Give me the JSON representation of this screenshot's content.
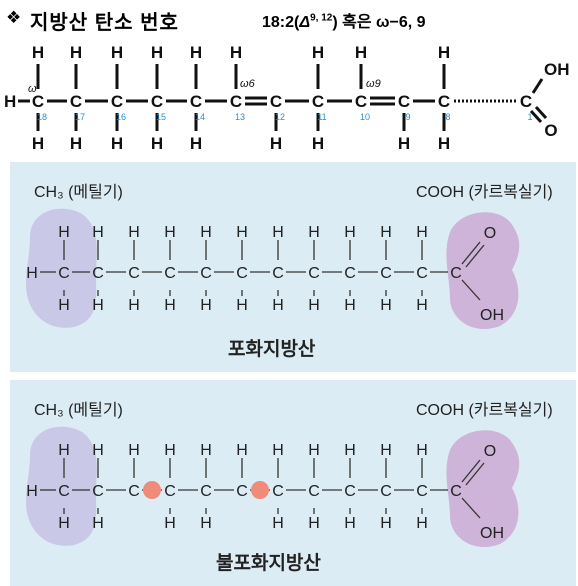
{
  "header": {
    "diamond": "❖",
    "title": "지방산 탄소 번호",
    "formula_prefix": "18:2(",
    "delta": "Δ",
    "delta_sup": "9, 12",
    "formula_suffix": ") 혹은  ω−6, 9"
  },
  "top_chain": {
    "omega_labels": [
      "ω",
      "ω6",
      "ω9"
    ],
    "numbers": [
      "18",
      "17",
      "16",
      "15",
      "14",
      "13",
      "12",
      "11",
      "10",
      "9",
      "8",
      "1"
    ],
    "atoms": {
      "C": "C",
      "H": "H",
      "O": "O",
      "OH": "OH"
    }
  },
  "saturated": {
    "left_caption": "CH₃ (메틸기)",
    "right_caption": "COOH (카르복실기)",
    "name": "포화지방산"
  },
  "unsaturated": {
    "left_caption": "CH₃ (메틸기)",
    "right_caption": "COOH (카르복실기)",
    "name": "불포화지방산"
  },
  "colors": {
    "methyl_blob": "#c9c8e6",
    "carboxyl_blob": "#cdb4d8",
    "double_bond_dot": "#f08a7a",
    "panel_bg": "#dcecf4",
    "number_blue": "#2a8fd0"
  }
}
